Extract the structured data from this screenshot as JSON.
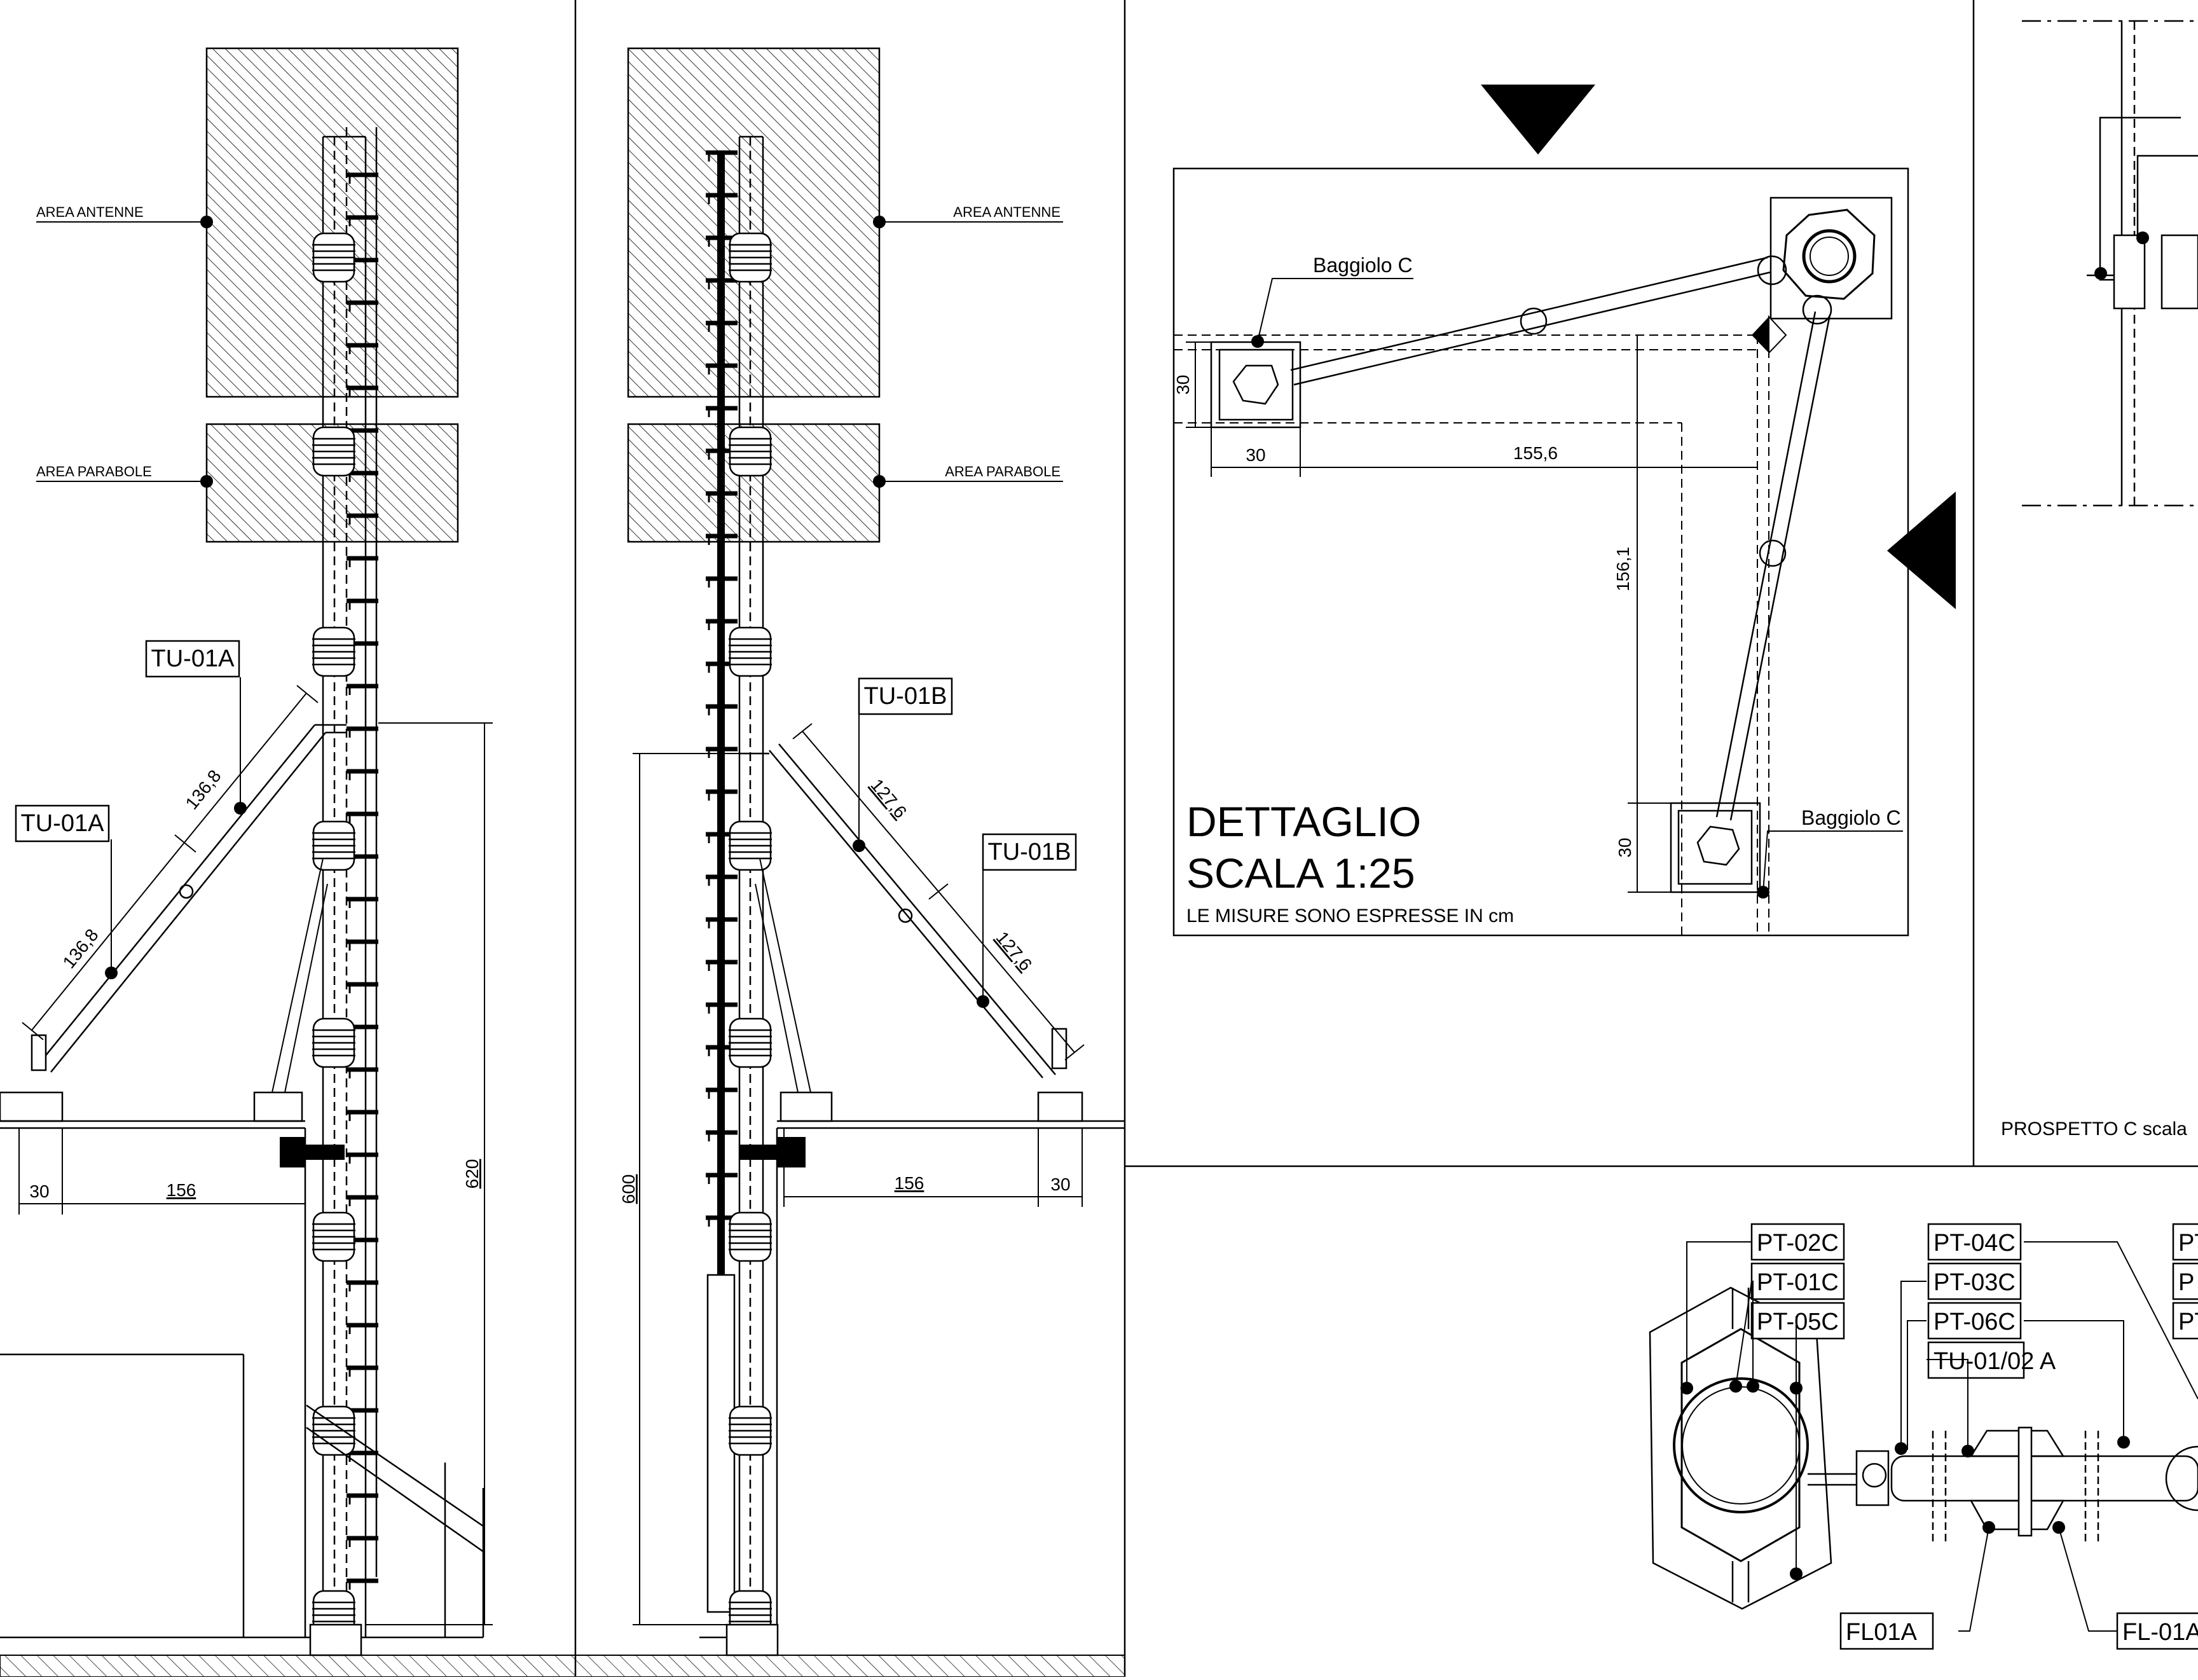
{
  "elevation_a": {
    "area_antenne": "AREA ANTENNE",
    "area_parabole": "AREA PARABOLE",
    "tag_upper": "TU-01A",
    "tag_lower": "TU-01A",
    "dim_brace_upper": "136,8",
    "dim_brace_lower": "136,8",
    "dim_base": "30",
    "dim_offset": "156",
    "dim_height": "620"
  },
  "elevation_b": {
    "area_antenne": "AREA ANTENNE",
    "area_parabole": "AREA PARABOLE",
    "tag_upper": "TU-01B",
    "tag_lower": "TU-01B",
    "dim_brace_upper": "127,6",
    "dim_brace_lower": "127,6",
    "dim_base": "30",
    "dim_offset": "156",
    "dim_height": "600"
  },
  "detail": {
    "label_baggiolo_top": "Baggiolo C",
    "label_baggiolo_bottom": "Baggiolo C",
    "dim_30_vertical_left": "30",
    "dim_30_horizontal": "30",
    "dim_155_6": "155,6",
    "dim_156_1": "156,1",
    "dim_30_vertical_bottom": "30",
    "title_line1": "DETTAGLIO",
    "title_line2": "SCALA 1:25",
    "note": "LE MISURE SONO ESPRESSE IN cm"
  },
  "prospetto": {
    "caption": "PROSPETTO C scala"
  },
  "clamp_detail": {
    "tag_pt02c": "PT-02C",
    "tag_pt01c": "PT-01C",
    "tag_pt05c": "PT-05C",
    "tag_pt04c": "PT-04C",
    "tag_pt03c": "PT-03C",
    "tag_pt06c": "PT-06C",
    "tag_tu0102a": "TU-01/02 A",
    "tag_partial_1": "PT",
    "tag_partial_2": "P",
    "tag_partial_3": "PT",
    "tag_fl01a": "FL01A",
    "tag_fl01_partial": "FL-01A"
  }
}
